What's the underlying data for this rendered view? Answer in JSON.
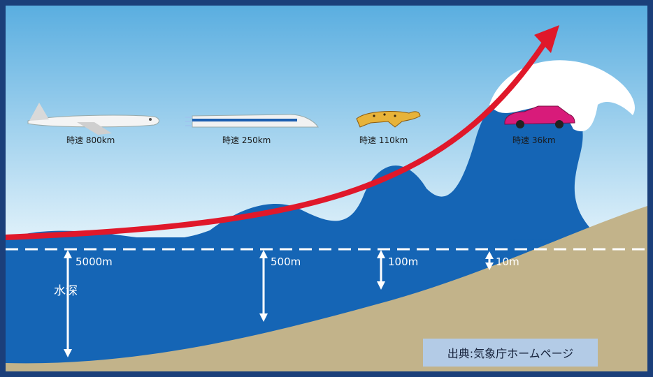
{
  "speeds": [
    {
      "vehicle": "airplane",
      "label": "時速 800km"
    },
    {
      "vehicle": "bullet-train",
      "label": "時速 250km"
    },
    {
      "vehicle": "cheetah",
      "label": "時速 110km"
    },
    {
      "vehicle": "car",
      "label": "時速 36km"
    }
  ],
  "depths": [
    {
      "label": "5000m"
    },
    {
      "label": "500m"
    },
    {
      "label": "100m"
    },
    {
      "label": "10m"
    }
  ],
  "depth_axis_label": "水深",
  "source": "出典:気象庁ホームページ",
  "colors": {
    "sky_top": "#5aaee0",
    "sky_bottom": "#eaf6fc",
    "sea": "#1565b5",
    "seabed": "#c2b38a",
    "arrow": "#e0182a",
    "frame": "#1b3f7a",
    "source_box": "#b3cbe6"
  }
}
